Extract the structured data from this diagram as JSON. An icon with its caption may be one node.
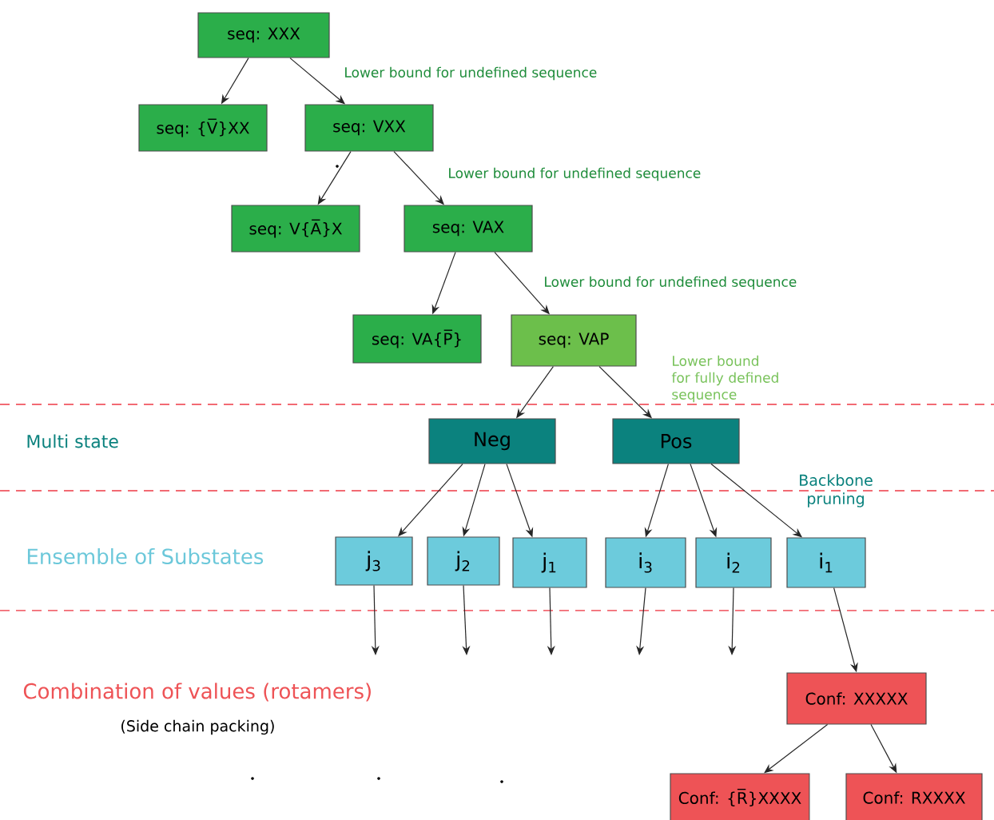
{
  "diagram": {
    "nodes": [
      {
        "text": [
          "seq: XXX"
        ]
      },
      {
        "text": [
          "seq: {V̅}XX"
        ]
      },
      {
        "text": [
          "seq: VXX"
        ]
      },
      {
        "text": [
          "seq: V{A̅}X"
        ]
      },
      {
        "text": [
          "seq: VAX"
        ]
      },
      {
        "text": [
          "seq: VA{P̅}"
        ]
      },
      {
        "text": [
          "seq: VAP"
        ]
      },
      {
        "text": [
          "Neg"
        ]
      },
      {
        "text": [
          "Pos"
        ]
      },
      {
        "text": [
          "j$_{3}$"
        ]
      },
      {
        "text": [
          "j$_{2}$"
        ]
      },
      {
        "text": [
          "j$_{1}$"
        ]
      },
      {
        "text": [
          "i$_{3}$"
        ]
      },
      {
        "text": [
          "i$_{2}$"
        ]
      },
      {
        "text": [
          "i$_{1}$"
        ]
      },
      {
        "text": [
          "Conf: XXXXX"
        ]
      },
      {
        "text": [
          "Conf: {R̅}XXXX"
        ]
      },
      {
        "text": [
          "Conf: RXXXX"
        ]
      }
    ],
    "edges": [
      {
        "from": 0,
        "to": 1,
        "arrow": "to"
      },
      {
        "from": 0,
        "to": 2,
        "arrow": "to"
      },
      {
        "from": 2,
        "to": 3,
        "arrow": "to"
      },
      {
        "from": 2,
        "to": 4,
        "arrow": "to"
      },
      {
        "from": 4,
        "to": 5,
        "arrow": "to"
      },
      {
        "from": 4,
        "to": 6,
        "arrow": "to"
      },
      {
        "from": 6,
        "to": 7,
        "arrow": "to"
      },
      {
        "from": 6,
        "to": 8,
        "arrow": "to"
      },
      {
        "from": 7,
        "to": 9,
        "arrow": "to"
      },
      {
        "from": 7,
        "to": 10,
        "arrow": "to"
      },
      {
        "from": 7,
        "to": 11,
        "arrow": "to"
      },
      {
        "from": 8,
        "to": 12,
        "arrow": "to"
      },
      {
        "from": 8,
        "to": 13,
        "arrow": "to"
      },
      {
        "from": 8,
        "to": 14,
        "arrow": "to"
      },
      {
        "from": 9,
        "to": null,
        "arrow": "to"
      },
      {
        "from": 10,
        "to": null,
        "arrow": "to"
      },
      {
        "from": 11,
        "to": null,
        "arrow": "to"
      },
      {
        "from": 12,
        "to": null,
        "arrow": "to"
      },
      {
        "from": 13,
        "to": null,
        "arrow": "to"
      },
      {
        "from": 14,
        "to": 15,
        "arrow": "to"
      },
      {
        "from": 15,
        "to": 16,
        "arrow": "to"
      },
      {
        "from": 15,
        "to": 17,
        "arrow": "to"
      }
    ],
    "labels": [
      "Lower bound for undefined sequence",
      "Lower bound for undefined sequence",
      "Lower bound for undefined sequence",
      "Lower bound for fully defined sequence",
      "Multi state",
      "Backbone pruning",
      "Ensemble of Substates",
      "Combination of values (rotamers)",
      "(Side chain packing)"
    ]
  }
}
